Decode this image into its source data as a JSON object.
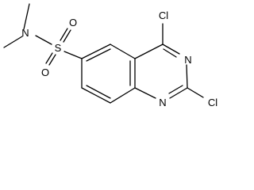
{
  "structure": {
    "atoms": {
      "N_sulfonamide": "N",
      "S": "S",
      "O_upper": "O",
      "O_lower": "O",
      "Cl_top": "Cl",
      "N_ring_right": "N",
      "N_ring_bottom": "N",
      "Cl_right": "Cl"
    },
    "colors": {
      "ink": "#000000",
      "background": "#ffffff"
    }
  }
}
